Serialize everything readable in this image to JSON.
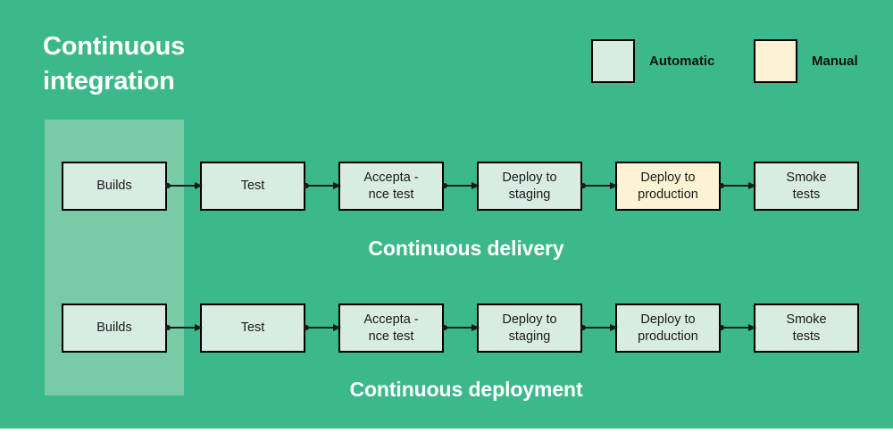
{
  "colors": {
    "background": "#3cb98a",
    "band": "#79cba8",
    "automatic": "#d8ece3",
    "manual": "#fdf3d4",
    "stroke": "#000000",
    "title_text": "#ffffff"
  },
  "title": "Continuous\nintegration",
  "legend": {
    "items": [
      {
        "label": "Automatic",
        "swatch": "#d8ece3",
        "icon": "square-swatch-icon"
      },
      {
        "label": "Manual",
        "swatch": "#fdf3d4",
        "icon": "square-swatch-icon"
      }
    ]
  },
  "pipelines": [
    {
      "name": "continuous-delivery",
      "caption": "Continuous delivery",
      "nodes": [
        {
          "label": "Builds",
          "type": "automatic"
        },
        {
          "label": "Test",
          "type": "automatic"
        },
        {
          "label": "Accepta -\nnce test",
          "type": "automatic"
        },
        {
          "label": "Deploy to\nstaging",
          "type": "automatic"
        },
        {
          "label": "Deploy to\nproduction",
          "type": "manual"
        },
        {
          "label": "Smoke\ntests",
          "type": "automatic"
        }
      ]
    },
    {
      "name": "continuous-deployment",
      "caption": "Continuous deployment",
      "nodes": [
        {
          "label": "Builds",
          "type": "automatic"
        },
        {
          "label": "Test",
          "type": "automatic"
        },
        {
          "label": "Accepta -\nnce test",
          "type": "automatic"
        },
        {
          "label": "Deploy to\nstaging",
          "type": "automatic"
        },
        {
          "label": "Deploy to\nproduction",
          "type": "automatic"
        },
        {
          "label": "Smoke\ntests",
          "type": "automatic"
        }
      ]
    }
  ]
}
